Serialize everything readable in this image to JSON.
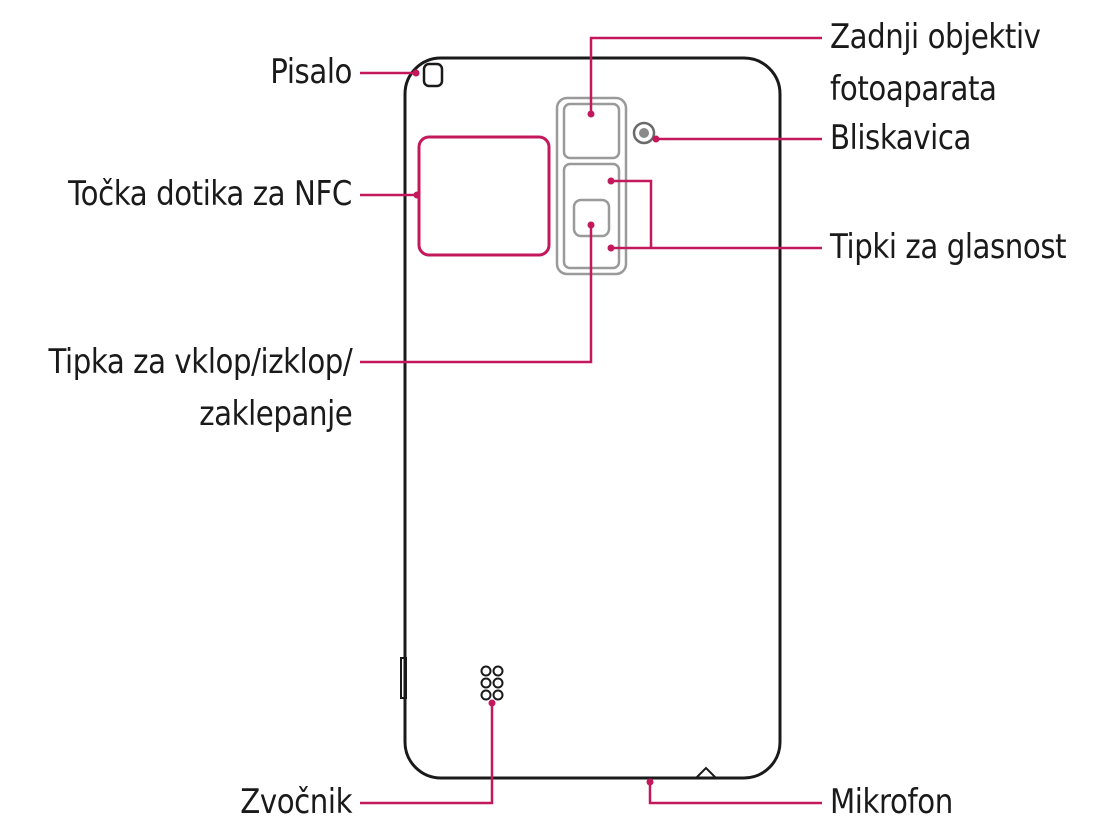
{
  "colors": {
    "callout": "#c4185c",
    "outline": "#1a1a1a",
    "component": "#9a9a9a",
    "label_text": "#1a1a1a"
  },
  "labels": {
    "stylus": "Pisalo",
    "nfc_touch_point": "Točka dotika za NFC",
    "power_lock_key_line1": "Tipka za vklop/izklop/",
    "power_lock_key_line2": "zaklepanje",
    "speaker": "Zvočnik",
    "rear_camera_lens_line1": "Zadnji objektiv",
    "rear_camera_lens_line2": "fotoaparata",
    "flash": "Bliskavica",
    "volume_keys": "Tipki za glasnost",
    "microphone": "Mikrofon"
  }
}
